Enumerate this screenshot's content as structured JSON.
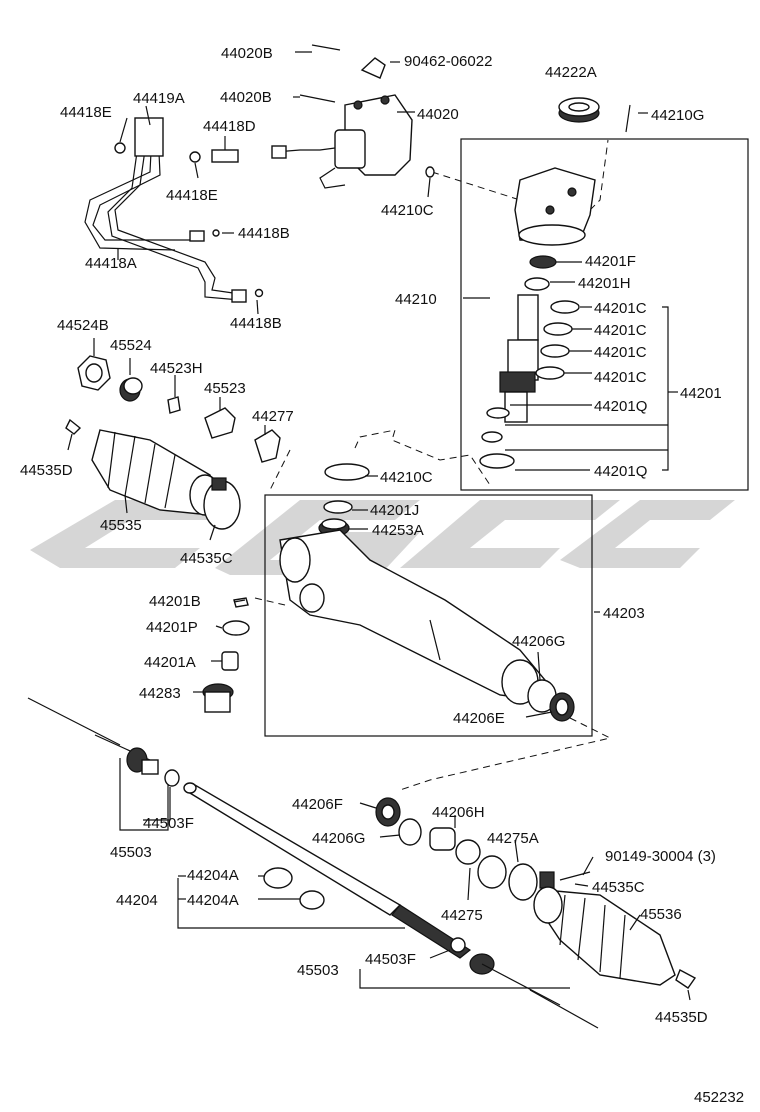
{
  "labels": [
    {
      "id": "lbl-44020b-top",
      "text": "44020B"
    },
    {
      "id": "lbl-90462",
      "text": "90462-06022"
    },
    {
      "id": "lbl-44222a",
      "text": "44222A"
    },
    {
      "id": "lbl-44418e-top",
      "text": "44418E"
    },
    {
      "id": "lbl-44419a",
      "text": "44419A"
    },
    {
      "id": "lbl-44020b-mid",
      "text": "44020B"
    },
    {
      "id": "lbl-44020",
      "text": "44020"
    },
    {
      "id": "lbl-44210g",
      "text": "44210G"
    },
    {
      "id": "lbl-44418d",
      "text": "44418D"
    },
    {
      "id": "lbl-44418e-mid",
      "text": "44418E"
    },
    {
      "id": "lbl-44210c-top",
      "text": "44210C"
    },
    {
      "id": "lbl-44418b-top",
      "text": "44418B"
    },
    {
      "id": "lbl-44201f",
      "text": "44201F"
    },
    {
      "id": "lbl-44418a",
      "text": "44418A"
    },
    {
      "id": "lbl-44201h",
      "text": "44201H"
    },
    {
      "id": "lbl-44210",
      "text": "44210"
    },
    {
      "id": "lbl-44201c-1",
      "text": "44201C"
    },
    {
      "id": "lbl-44418b-bot",
      "text": "44418B"
    },
    {
      "id": "lbl-44524b",
      "text": "44524B"
    },
    {
      "id": "lbl-44201c-2",
      "text": "44201C"
    },
    {
      "id": "lbl-45524",
      "text": "45524"
    },
    {
      "id": "lbl-44201c-3",
      "text": "44201C"
    },
    {
      "id": "lbl-44523h",
      "text": "44523H"
    },
    {
      "id": "lbl-44201c-4",
      "text": "44201C"
    },
    {
      "id": "lbl-45523",
      "text": "45523"
    },
    {
      "id": "lbl-44201",
      "text": "44201"
    },
    {
      "id": "lbl-44277",
      "text": "44277"
    },
    {
      "id": "lbl-44201q-1",
      "text": "44201Q"
    },
    {
      "id": "lbl-44535d-left",
      "text": "44535D"
    },
    {
      "id": "lbl-44210c-mid",
      "text": "44210C"
    },
    {
      "id": "lbl-44201q-2",
      "text": "44201Q"
    },
    {
      "id": "lbl-44201j",
      "text": "44201J"
    },
    {
      "id": "lbl-45535",
      "text": "45535"
    },
    {
      "id": "lbl-44253a",
      "text": "44253A"
    },
    {
      "id": "lbl-44535c-left",
      "text": "44535C"
    },
    {
      "id": "lbl-44201b",
      "text": "44201B"
    },
    {
      "id": "lbl-44203",
      "text": "44203"
    },
    {
      "id": "lbl-44201p",
      "text": "44201P"
    },
    {
      "id": "lbl-44206g-top",
      "text": "44206G"
    },
    {
      "id": "lbl-44201a",
      "text": "44201A"
    },
    {
      "id": "lbl-44283",
      "text": "44283"
    },
    {
      "id": "lbl-44206e",
      "text": "44206E"
    },
    {
      "id": "lbl-44206f",
      "text": "44206F"
    },
    {
      "id": "lbl-44206h",
      "text": "44206H"
    },
    {
      "id": "lbl-44503f-left",
      "text": "44503F"
    },
    {
      "id": "lbl-44206g-bot",
      "text": "44206G"
    },
    {
      "id": "lbl-44275a",
      "text": "44275A"
    },
    {
      "id": "lbl-45503-left",
      "text": "45503"
    },
    {
      "id": "lbl-90149",
      "text": "90149-30004 (3)"
    },
    {
      "id": "lbl-44204a-1",
      "text": "44204A"
    },
    {
      "id": "lbl-44535c-right",
      "text": "44535C"
    },
    {
      "id": "lbl-44204",
      "text": "44204"
    },
    {
      "id": "lbl-44204a-2",
      "text": "44204A"
    },
    {
      "id": "lbl-44275",
      "text": "44275"
    },
    {
      "id": "lbl-45536",
      "text": "45536"
    },
    {
      "id": "lbl-44503f-right",
      "text": "44503F"
    },
    {
      "id": "lbl-45503-right",
      "text": "45503"
    },
    {
      "id": "lbl-44535d-right",
      "text": "44535D"
    },
    {
      "id": "lbl-figure-no",
      "text": "452232"
    }
  ]
}
